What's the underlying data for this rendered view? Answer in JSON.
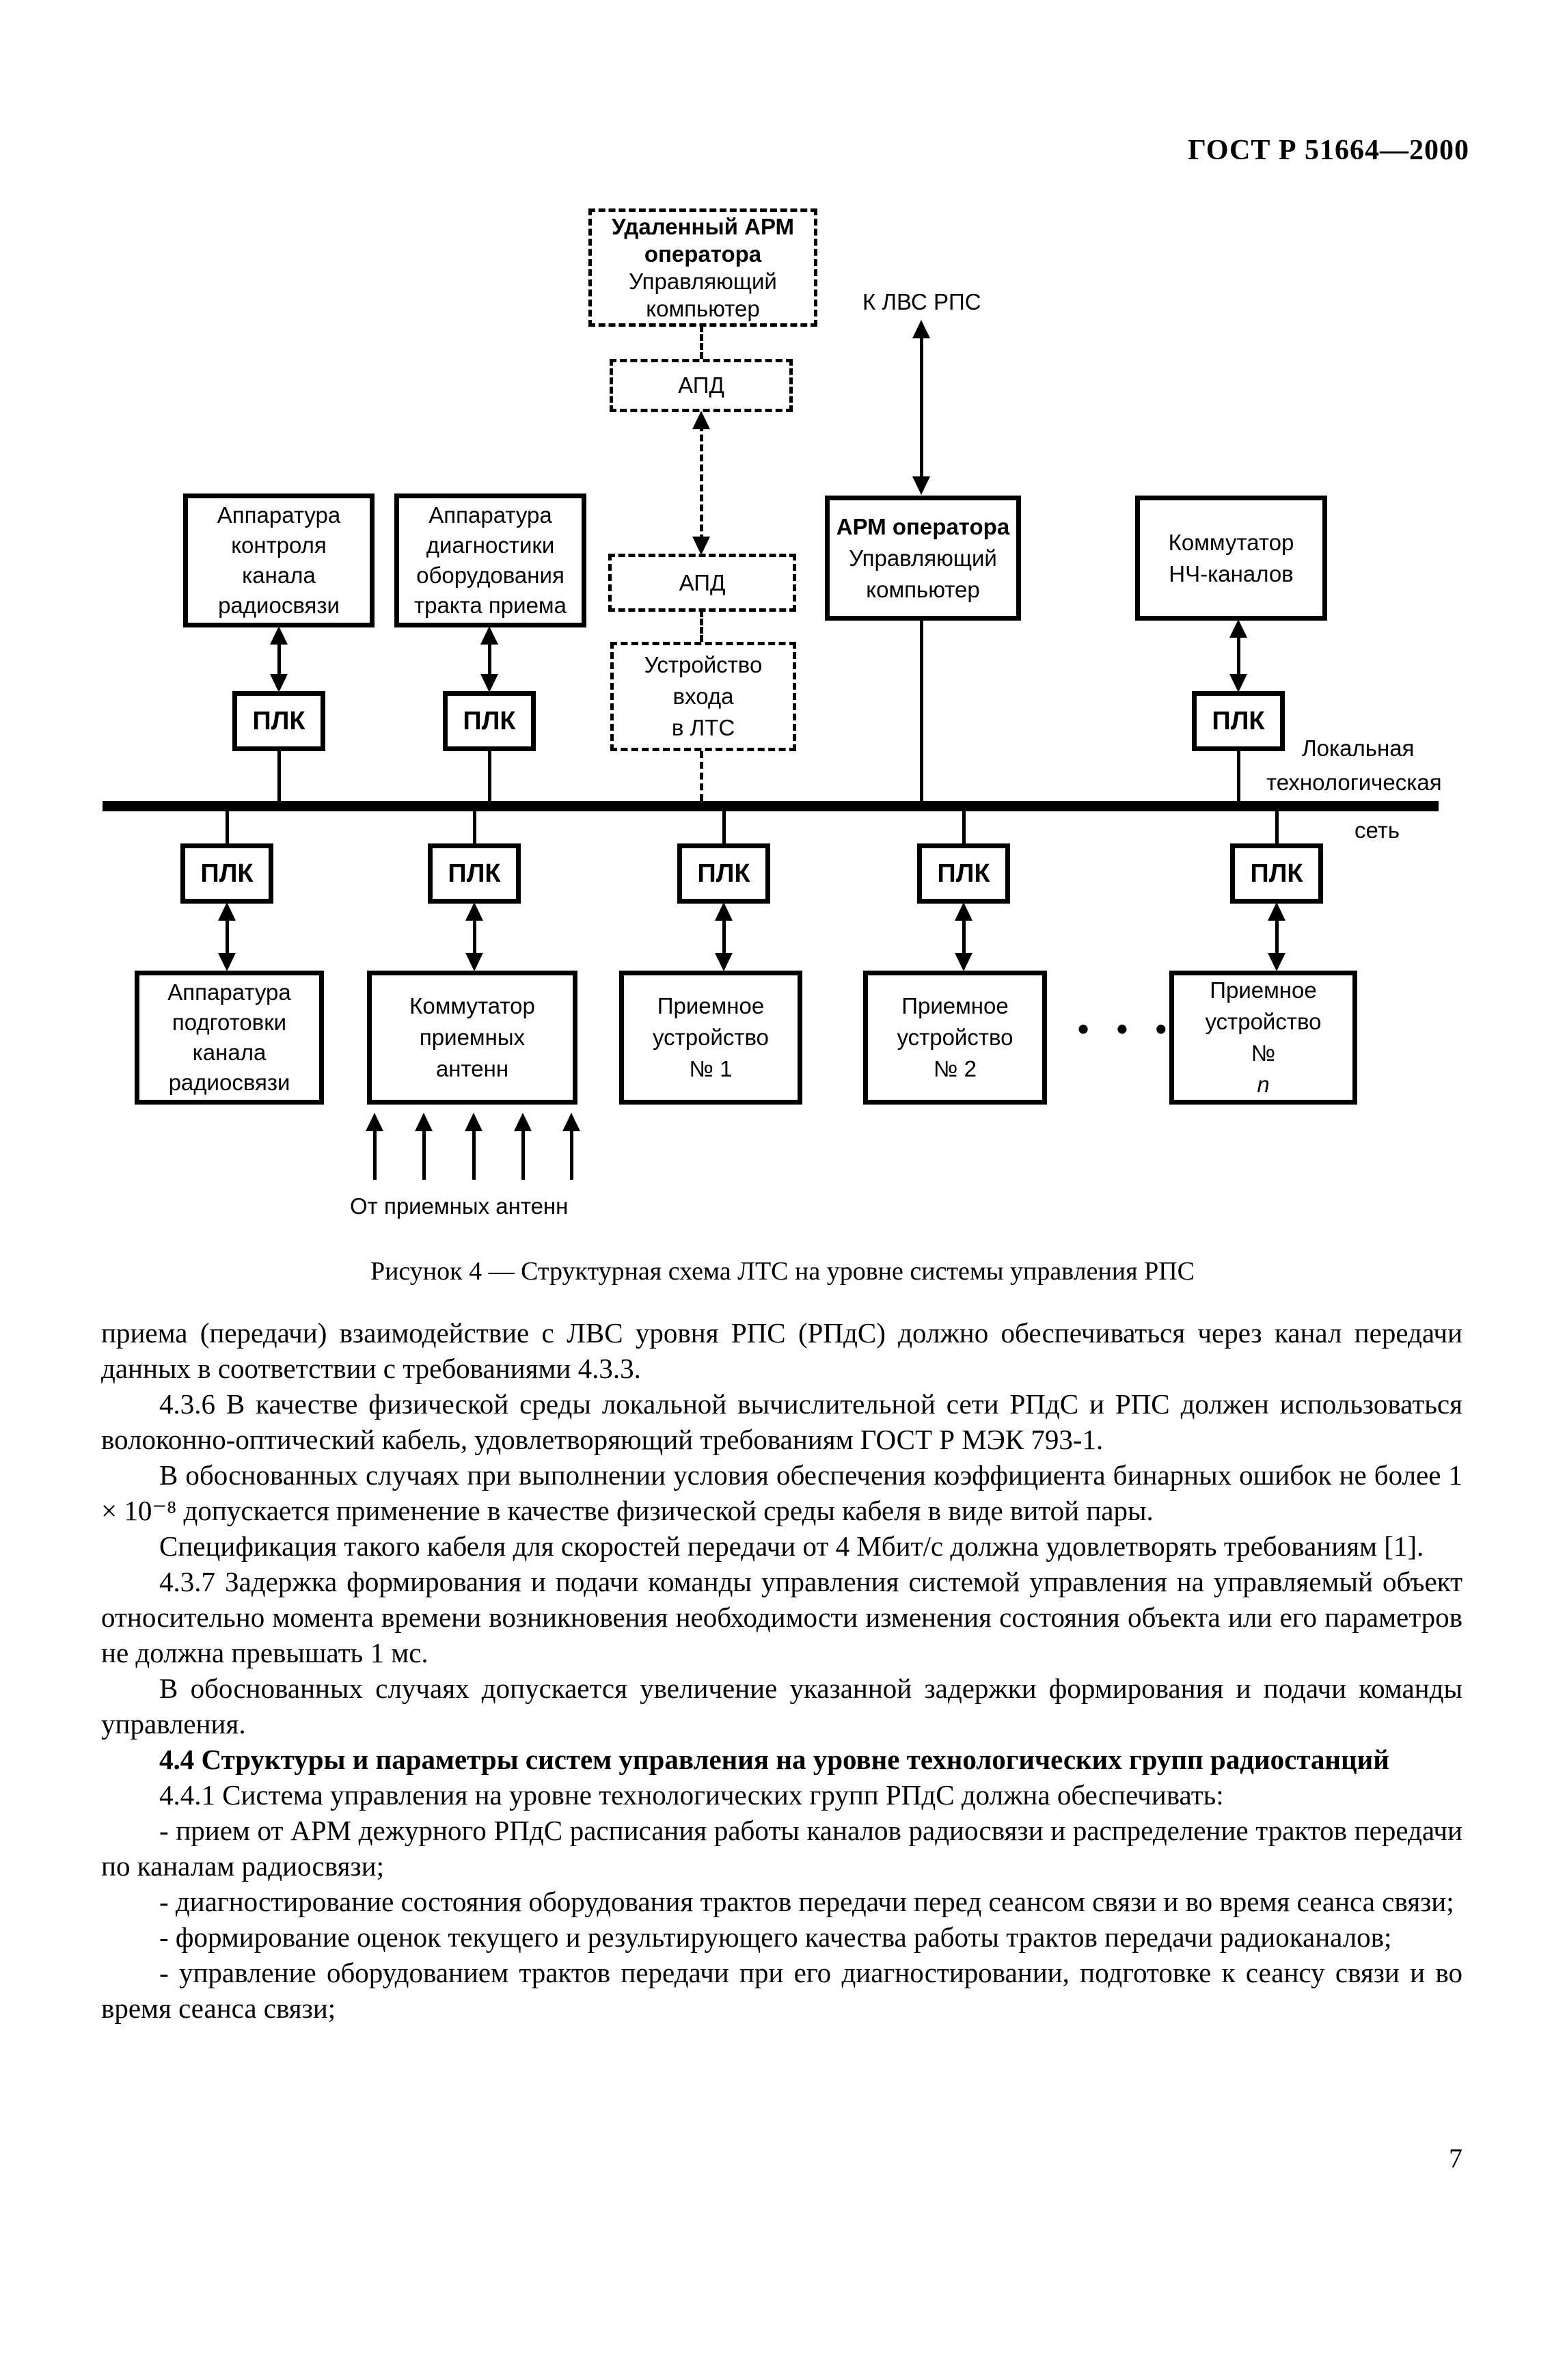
{
  "header": {
    "doc_number": "ГОСТ Р 51664—2000"
  },
  "page_number": "7",
  "figure": {
    "caption": "Рисунок 4 — Структурная схема ЛТС на уровне системы управления РПС",
    "labels": {
      "to_lan": "К ЛВС РПС",
      "lan_line1": "Локальная",
      "lan_line2": "технологическая",
      "lan_line3": "сеть",
      "from_antennas": "От приемных антенн",
      "dots": "• • •"
    },
    "boxes": {
      "remote_arm": {
        "l1": "Удаленный АРМ",
        "l2": "оператора",
        "l3": "Управляющий",
        "l4": "компьютер"
      },
      "apd1": "АПД",
      "apd2": "АПД",
      "lts_entry": {
        "l1": "Устройство",
        "l2": "входа",
        "l3": "в ЛТС"
      },
      "control": {
        "l1": "Аппаратура",
        "l2": "контроля",
        "l3": "канала",
        "l4": "радиосвязи"
      },
      "diagnostics": {
        "l1": "Аппаратура",
        "l2": "диагностики",
        "l3": "оборудования",
        "l4": "тракта приема"
      },
      "arm_operator": {
        "l1": "АРМ оператора",
        "l2": "Управляющий",
        "l3": "компьютер"
      },
      "nch_switch": {
        "l1": "Коммутатор",
        "l2": "НЧ-каналов"
      },
      "plk": "ПЛК",
      "prep": {
        "l1": "Аппаратура",
        "l2": "подготовки",
        "l3": "канала",
        "l4": "радиосвязи"
      },
      "antenna_switch": {
        "l1": "Коммутатор",
        "l2": "приемных",
        "l3": "антенн"
      },
      "receiver1": {
        "l1": "Приемное",
        "l2": "устройство",
        "l3": "№ 1"
      },
      "receiver2": {
        "l1": "Приемное",
        "l2": "устройство",
        "l3": "№ 2"
      },
      "receiver_n": {
        "l1": "Приемное",
        "l2": "устройство",
        "l3_prefix": "№ ",
        "l3_var": "n"
      }
    }
  },
  "body": {
    "paragraphs": [
      {
        "text": "приема (передачи)  взаимодействие с ЛВС уровня РПС (РПдС) должно обеспечиваться через канал передачи данных в соответствии с требованиями 4.3.3."
      },
      {
        "text": "4.3.6 В качестве физической среды локальной вычислительной сети РПдС и РПС должен использоваться волоконно-оптический кабель, удовлетворяющий требованиям ГОСТ Р МЭК 793-1."
      },
      {
        "text": "В обоснованных случаях при выполнении условия обеспечения коэффициента бинарных ошибок не более 1 × 10⁻⁸ допускается применение в качестве физической среды кабеля в виде витой пары."
      },
      {
        "text": "Спецификация такого кабеля для скоростей передачи от 4 Мбит/с должна удовлетворять требованиям [1]."
      },
      {
        "text": "4.3.7 Задержка формирования и подачи команды управления системой управления на управляемый объект относительно момента времени возникновения необходимости изменения состояния объекта или его параметров не должна превышать 1 мс."
      },
      {
        "text": "В обоснованных случаях допускается увеличение указанной задержки формирования и подачи команды управления."
      },
      {
        "text": "4.4 Структуры и параметры систем управления на уровне технологических групп радиостанций"
      },
      {
        "text": "4.4.1 Система управления на уровне технологических групп РПдС должна обеспечивать:"
      },
      {
        "text": "- прием от АРМ дежурного РПдС расписания работы каналов радиосвязи и распределение трактов передачи по каналам радиосвязи;"
      },
      {
        "text": "- диагностирование состояния оборудования трактов передачи перед сеансом связи и во время сеанса связи;"
      },
      {
        "text": "- формирование оценок текущего и результирующего качества работы трактов передачи радиоканалов;"
      },
      {
        "text": "- управление оборудованием трактов передачи при его диагностировании, подготовке к сеансу связи и во время сеанса связи;"
      }
    ]
  }
}
